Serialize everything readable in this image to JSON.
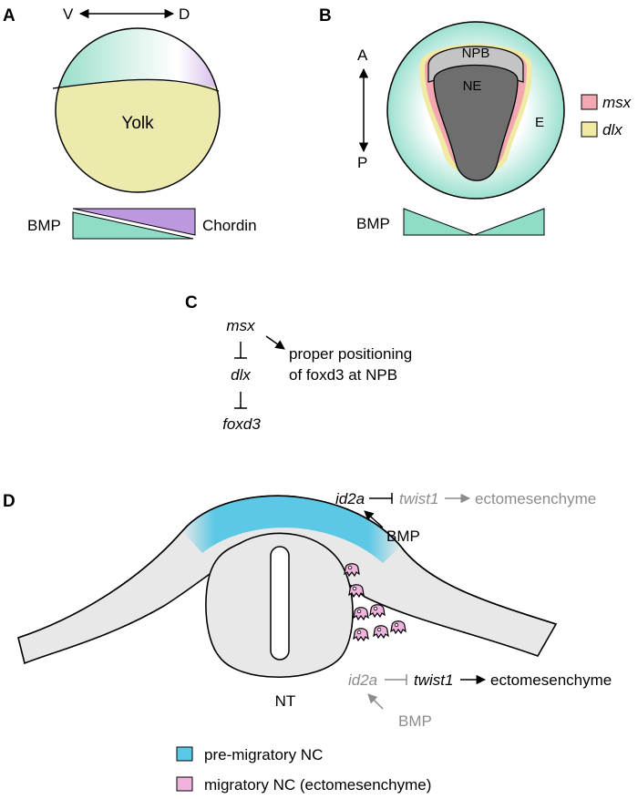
{
  "panels": {
    "a": {
      "letter": "A",
      "axis_left": "V",
      "axis_right": "D",
      "yolk_label": "Yolk",
      "bmp_label": "BMP",
      "chordin_label": "Chordin"
    },
    "b": {
      "letter": "B",
      "axis_top": "A",
      "axis_bottom": "P",
      "npb_label": "NPB",
      "ne_label": "NE",
      "e_label": "E",
      "bmp_label": "BMP",
      "legend": [
        {
          "label": "msx",
          "color": "#f2a7b3"
        },
        {
          "label": "dlx",
          "color": "#f0eaa3"
        }
      ]
    },
    "c": {
      "letter": "C",
      "gene1": "msx",
      "gene2": "dlx",
      "gene3": "foxd3",
      "outcome_line1": "proper positioning",
      "outcome_line2": "of foxd3 at NPB"
    },
    "d": {
      "letter": "D",
      "top_id2a": "id2a",
      "top_twist1": "twist1",
      "top_ectomesenchyme": "ectomesenchyme",
      "top_bmp": "BMP",
      "nt_label": "NT",
      "bottom_id2a": "id2a",
      "bottom_twist1": "twist1",
      "bottom_ectomesenchyme": "ectomesenchyme",
      "bottom_bmp": "BMP"
    }
  },
  "legend": [
    {
      "label": "pre-migratory NC",
      "color": "#5bc8e6"
    },
    {
      "label": "migratory NC (ectomesenchyme)",
      "color": "#f0b3dd"
    }
  ],
  "colors": {
    "yolk": "#ecebad",
    "bmp_teal": "#8fdcc7",
    "chordin_purple": "#bd98de",
    "ne_grey": "#6e6e6e",
    "npb_grey": "#c4c4c4",
    "tissue_grey": "#e8e8e8"
  }
}
